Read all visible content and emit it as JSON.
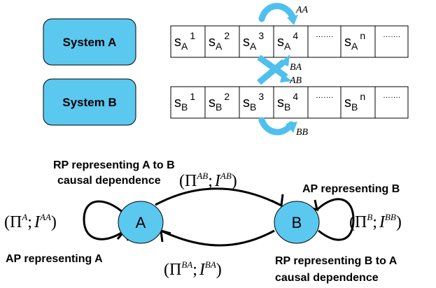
{
  "systems": [
    {
      "id": "A",
      "label": "System A",
      "sub": "A",
      "cells": [
        {
          "base": "s",
          "sub": "A",
          "sup": "1"
        },
        {
          "base": "s",
          "sub": "A",
          "sup": "2"
        },
        {
          "base": "s",
          "sub": "A",
          "sup": "3"
        },
        {
          "base": "s",
          "sub": "A",
          "sup": "4"
        },
        {
          "dots": "……."
        },
        {
          "base": "s",
          "sub": "A",
          "sup": "n"
        },
        {
          "dots": "……."
        }
      ]
    },
    {
      "id": "B",
      "label": "System B",
      "sub": "B",
      "cells": [
        {
          "base": "s",
          "sub": "B",
          "sup": "1"
        },
        {
          "base": "s",
          "sub": "B",
          "sup": "2"
        },
        {
          "base": "s",
          "sub": "B",
          "sup": "3"
        },
        {
          "base": "s",
          "sub": "B",
          "sup": "4"
        },
        {
          "dots": "……."
        },
        {
          "base": "s",
          "sub": "B",
          "sup": "n"
        },
        {
          "dots": "……."
        }
      ]
    }
  ],
  "arrow_labels": {
    "aa": "AA",
    "ba": "BA",
    "ab": "AB",
    "bb": "BB"
  },
  "graph": {
    "node_a": "A",
    "node_b": "B",
    "rp_ab_line1": "RP representing A to B",
    "rp_ab_line2": "causal dependence",
    "rp_ba_line1": "RP representing B to A",
    "rp_ba_line2": "causal dependence",
    "ap_a": "AP representing A",
    "ap_b": "AP representing B",
    "formula_ab": {
      "pi_sup": "AB",
      "i_sup": "AB"
    },
    "formula_ba": {
      "pi_sup": "BA",
      "i_sup": "BA"
    },
    "formula_aa": {
      "pi_sup": "A",
      "i_sup": "AA"
    },
    "formula_bb": {
      "pi_sup": "B",
      "i_sup": "BB"
    },
    "pi": "Π",
    "i": "I"
  },
  "colors": {
    "fill": "#5bc8f0",
    "stroke": "#000000",
    "arrow": "#4fc0ee"
  }
}
